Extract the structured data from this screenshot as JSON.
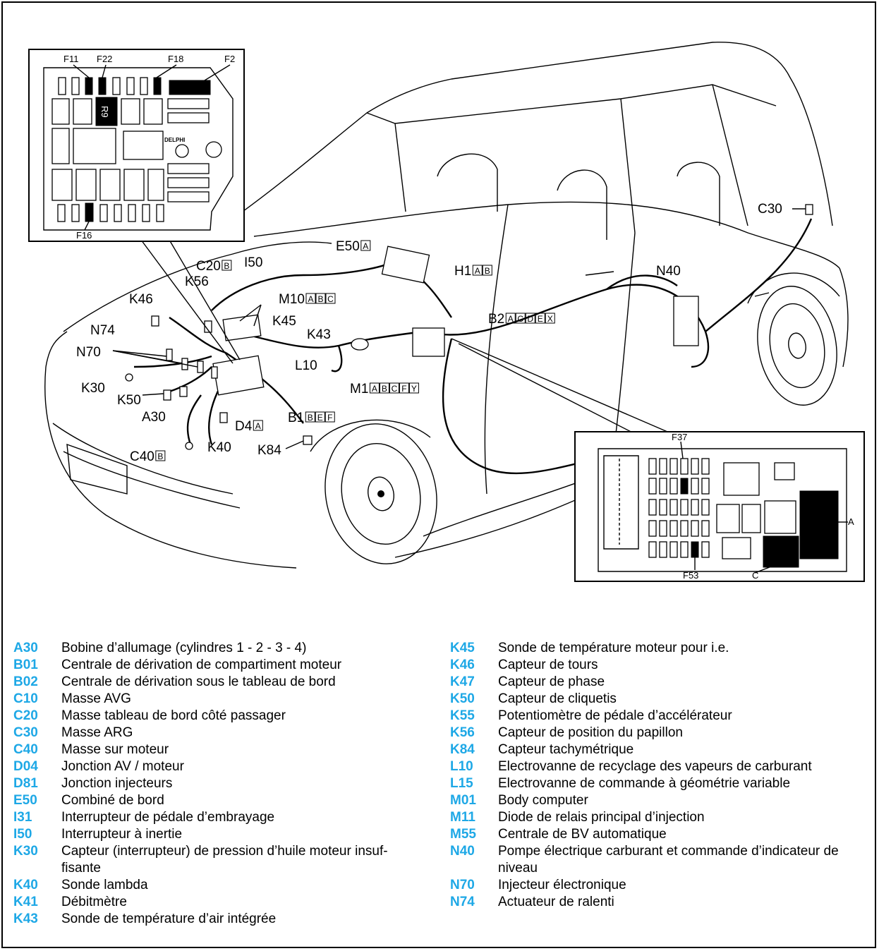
{
  "colors": {
    "code": "#1ea8e6",
    "ink": "#000000",
    "paper": "#ffffff"
  },
  "fusebox_top": {
    "fuse_labels": [
      "F11",
      "F22",
      "F18",
      "F2",
      "F16"
    ],
    "relay": "R9",
    "brand": "DELPHI"
  },
  "fusebox_bottom": {
    "fuse_labels": [
      "F37",
      "F53"
    ],
    "part_labels": [
      "A",
      "C"
    ]
  },
  "callouts": [
    {
      "code": "C20",
      "tags": "B"
    },
    {
      "code": "I50",
      "tags": ""
    },
    {
      "code": "K56",
      "tags": ""
    },
    {
      "code": "E50",
      "tags": "A"
    },
    {
      "code": "H1",
      "tags": "AB"
    },
    {
      "code": "N40",
      "tags": ""
    },
    {
      "code": "C30",
      "tags": ""
    },
    {
      "code": "K46",
      "tags": ""
    },
    {
      "code": "M10",
      "tags": "ABC"
    },
    {
      "code": "K45",
      "tags": ""
    },
    {
      "code": "B2",
      "tags": "ACDEX"
    },
    {
      "code": "N74",
      "tags": ""
    },
    {
      "code": "K43",
      "tags": ""
    },
    {
      "code": "N70",
      "tags": ""
    },
    {
      "code": "L10",
      "tags": ""
    },
    {
      "code": "M1",
      "tags": "ABCFY"
    },
    {
      "code": "K30",
      "tags": ""
    },
    {
      "code": "K50",
      "tags": ""
    },
    {
      "code": "A30",
      "tags": ""
    },
    {
      "code": "B1",
      "tags": "BEF"
    },
    {
      "code": "D4",
      "tags": "A"
    },
    {
      "code": "K40",
      "tags": ""
    },
    {
      "code": "K84",
      "tags": ""
    },
    {
      "code": "C40",
      "tags": "B"
    }
  ],
  "legend_left": [
    {
      "code": "A30",
      "text": "Bobine d’allumage (cylindres 1 - 2 - 3 - 4)"
    },
    {
      "code": "B01",
      "text": "Centrale de dérivation de compartiment moteur"
    },
    {
      "code": "B02",
      "text": "Centrale de dérivation sous le tableau de bord"
    },
    {
      "code": "C10",
      "text": "Masse AVG"
    },
    {
      "code": "C20",
      "text": "Masse tableau de bord côté passager"
    },
    {
      "code": "C30",
      "text": "Masse ARG"
    },
    {
      "code": "C40",
      "text": "Masse sur moteur"
    },
    {
      "code": "D04",
      "text": "Jonction AV / moteur"
    },
    {
      "code": "D81",
      "text": "Jonction injecteurs"
    },
    {
      "code": "E50",
      "text": "Combiné de bord"
    },
    {
      "code": "I31",
      "text": "Interrupteur de pédale d’embrayage"
    },
    {
      "code": "I50",
      "text": "Interrupteur à inertie"
    },
    {
      "code": "K30",
      "text": "Capteur (interrupteur) de pression d’huile moteur insuf-fisante"
    },
    {
      "code": "K40",
      "text": "Sonde lambda"
    },
    {
      "code": "K41",
      "text": "Débitmètre"
    },
    {
      "code": "K43",
      "text": "Sonde de température d’air intégrée"
    }
  ],
  "legend_right": [
    {
      "code": "K45",
      "text": "Sonde de température moteur pour i.e."
    },
    {
      "code": "K46",
      "text": "Capteur de tours"
    },
    {
      "code": "K47",
      "text": "Capteur de phase"
    },
    {
      "code": "K50",
      "text": "Capteur de cliquetis"
    },
    {
      "code": "K55",
      "text": "Potentiomètre de pédale d’accélérateur"
    },
    {
      "code": "K56",
      "text": "Capteur de position du papillon"
    },
    {
      "code": "K84",
      "text": "Capteur tachymétrique"
    },
    {
      "code": "L10",
      "text": "Electrovanne de recyclage des vapeurs de carburant"
    },
    {
      "code": "L15",
      "text": "Electrovanne de commande à géométrie variable"
    },
    {
      "code": "M01",
      "text": "Body computer"
    },
    {
      "code": "M11",
      "text": "Diode de relais principal d’injection"
    },
    {
      "code": "M55",
      "text": "Centrale de BV automatique"
    },
    {
      "code": "N40",
      "text": "Pompe électrique carburant et commande d’indicateur de niveau"
    },
    {
      "code": "N70",
      "text": "Injecteur électronique"
    },
    {
      "code": "N74",
      "text": "Actuateur de ralenti"
    }
  ]
}
